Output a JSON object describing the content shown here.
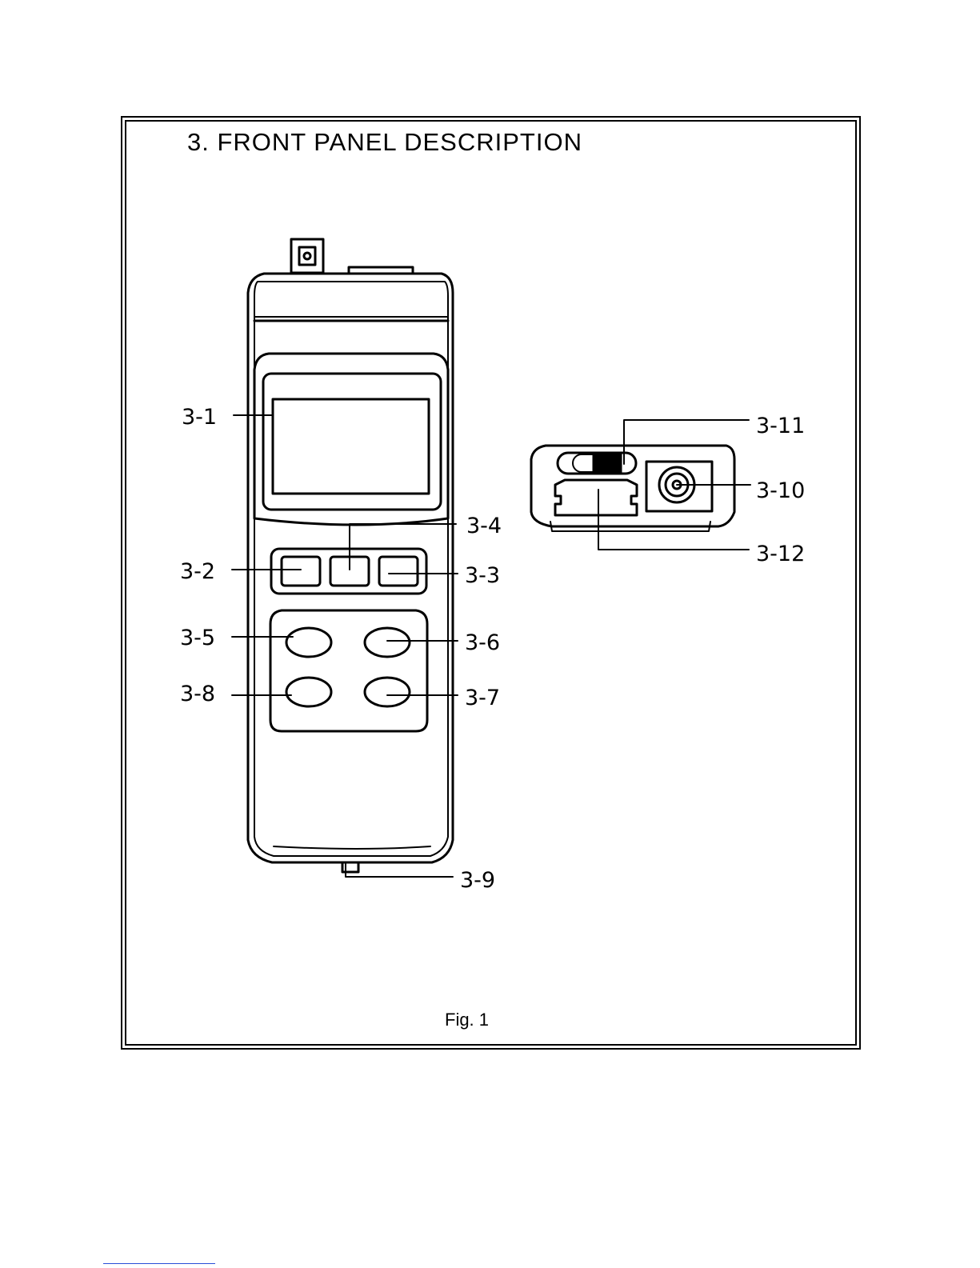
{
  "title": "3. FRONT PANEL DESCRIPTION",
  "caption": "Fig. 1",
  "callouts": {
    "c1": "3-1",
    "c2": "3-2",
    "c3": "3-3",
    "c4": "3-4",
    "c5": "3-5",
    "c6": "3-6",
    "c7": "3-7",
    "c8": "3-8",
    "c9": "3-9",
    "c10": "3-10",
    "c11": "3-11",
    "c12": "3-12"
  }
}
